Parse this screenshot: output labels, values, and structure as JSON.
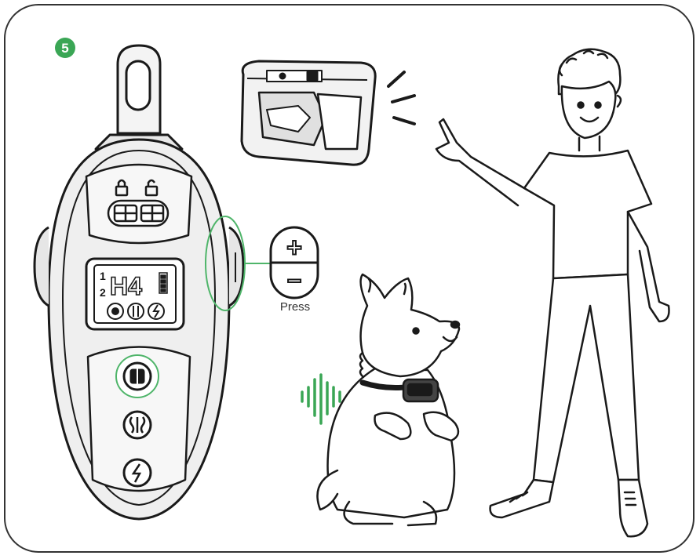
{
  "step": {
    "number": "5",
    "badge_color": "#3aa655"
  },
  "remote": {
    "display": {
      "channel_1": "1",
      "channel_2": "2",
      "level": "H4"
    },
    "button_side_plus_label": "+",
    "button_side_minus_label": "−",
    "press_label": "Press",
    "mode_icons": [
      "beep-icon",
      "vibration-icon",
      "shock-icon"
    ],
    "lock_icons": [
      "lock-closed-icon",
      "lock-open-icon"
    ]
  },
  "colors": {
    "outline": "#1a1a1a",
    "body_fill": "#f4f4f4",
    "highlight": "#4fb56a",
    "sound": "#3aa655"
  },
  "scene": {
    "figures": [
      "collar",
      "dog",
      "person"
    ]
  }
}
